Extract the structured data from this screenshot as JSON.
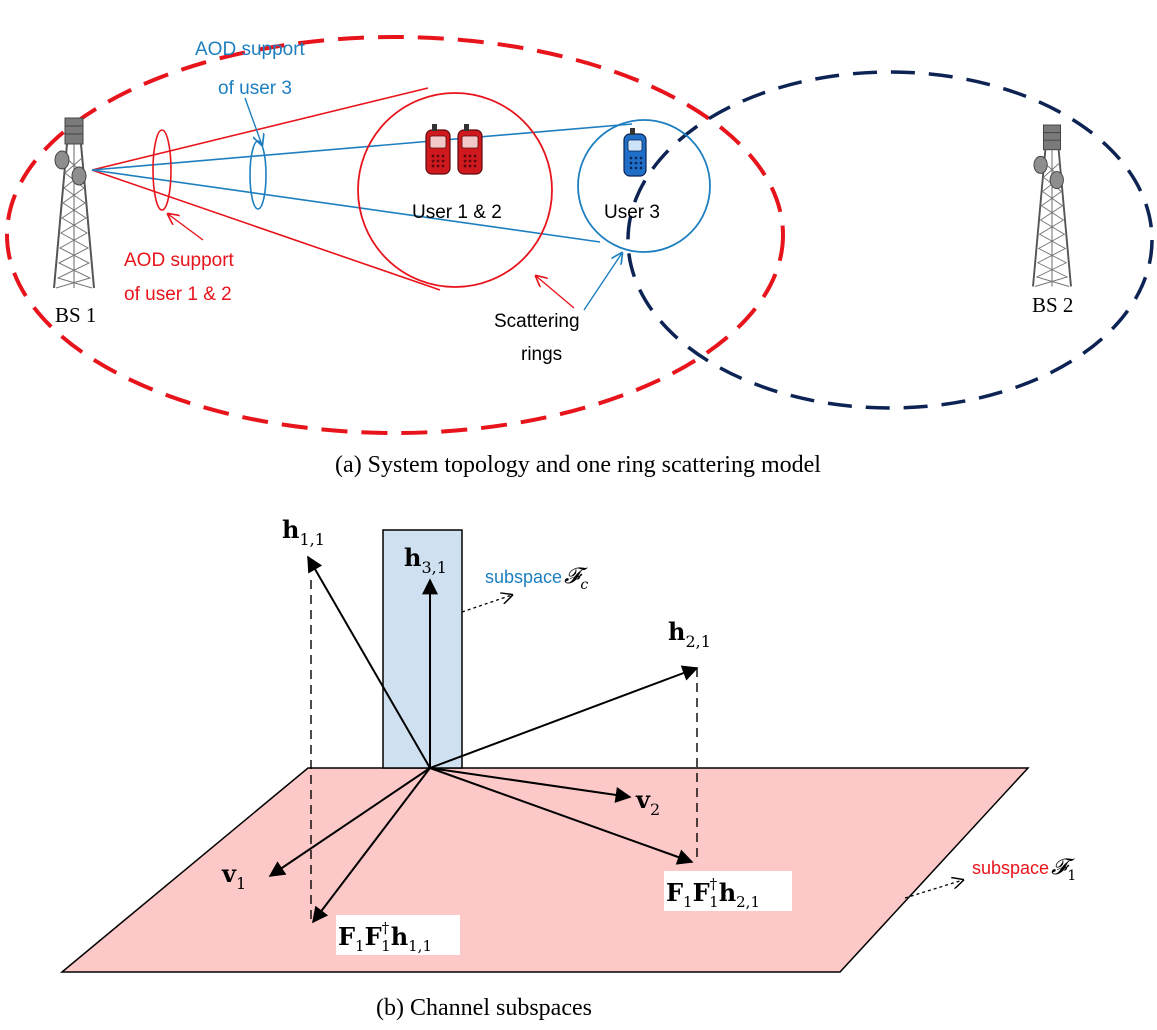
{
  "colors": {
    "red": "#e8141c",
    "blue": "#1e7fc0",
    "navy": "#0d2354",
    "subspace_c_fill": "#cfe0f0",
    "subspace_1_fill": "#fcc8c8",
    "black": "#000000"
  },
  "topology": {
    "caption": "(a) System topology and one ring scattering model",
    "bs1_label": "BS 1",
    "bs2_label": "BS 2",
    "aod_user3_line1": "AOD support",
    "aod_user3_line2": "of user 3",
    "aod_user12_line1": "AOD support",
    "aod_user12_line2": "of user 1 & 2",
    "user12_label": "User 1 & 2",
    "user3_label": "User 3",
    "scattering_line1": "Scattering",
    "scattering_line2": "rings",
    "icons": [
      "tower-icon",
      "phone-icon"
    ]
  },
  "subspaces": {
    "caption": "(b) Channel subspaces",
    "subspace_c_word": "subspace",
    "subspace_c_symbol": "𝓕",
    "subspace_c_sub": "c",
    "subspace_1_word": "subspace",
    "subspace_1_symbol": "𝓕",
    "subspace_1_sub": "1",
    "h11": {
      "base": "h",
      "sub": "1,1"
    },
    "h31": {
      "base": "h",
      "sub": "3,1"
    },
    "h21": {
      "base": "h",
      "sub": "2,1"
    },
    "v1": {
      "base": "v",
      "sub": "1"
    },
    "v2": {
      "base": "v",
      "sub": "2"
    },
    "proj11": {
      "F": "F",
      "one": "1",
      "dag": "†",
      "h": "h",
      "sub": "1,1"
    },
    "proj21": {
      "F": "F",
      "one": "1",
      "dag": "†",
      "h": "h",
      "sub": "2,1"
    }
  }
}
